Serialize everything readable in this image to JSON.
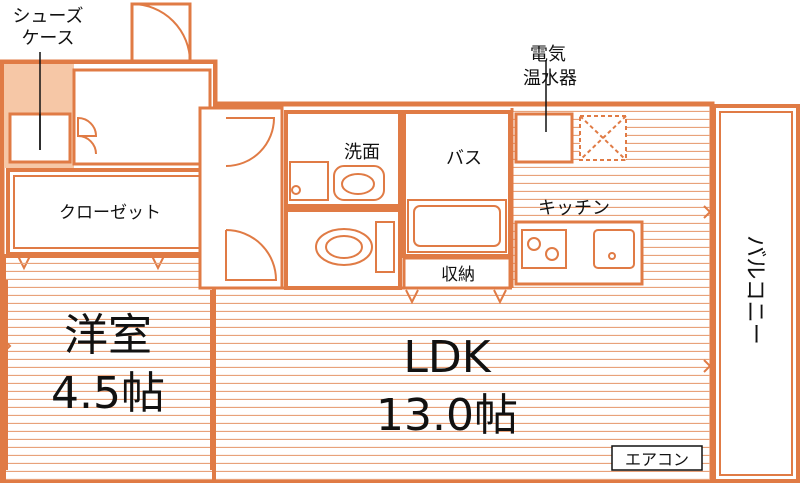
{
  "colors": {
    "wall": "#e07b45",
    "floor_line": "#e8a27a",
    "fill": "#ffffff",
    "accent_fill": "#f6c7a6",
    "text": "#111111"
  },
  "rooms": {
    "shoe_case_line1": "シューズ",
    "shoe_case_line2": "ケース",
    "closet": "クローゼット",
    "washroom": "洗面",
    "bath": "バス",
    "water_heater_line1": "電気",
    "water_heater_line2": "温水器",
    "kitchen": "キッチン",
    "storage": "収納",
    "western_room_line1": "洋室",
    "western_room_line2": "4.5帖",
    "ldk_line1": "LDK",
    "ldk_line2": "13.0帖",
    "balcony": "バルコニー",
    "air_conditioner": "エアコン"
  }
}
